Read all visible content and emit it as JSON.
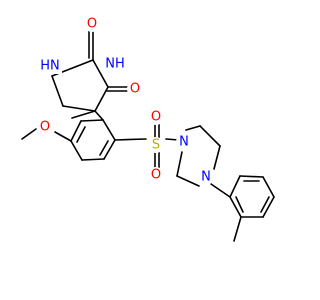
{
  "molecule": {
    "atoms": {
      "o_carbonyl_top": "O",
      "nh_left": "HN",
      "nh_right": "NH",
      "o_carbonyl_right": "O",
      "o_methoxy": "O",
      "s_sulfonyl": "S",
      "o_sulfonyl_top": "O",
      "o_sulfonyl_bottom": "O",
      "n_piperazine_top": "N",
      "n_piperazine_bottom": "N"
    },
    "colors": {
      "carbon": "#000000",
      "oxygen": "#ff0000",
      "nitrogen": "#0000ff",
      "sulfur": "#b2b200"
    }
  }
}
